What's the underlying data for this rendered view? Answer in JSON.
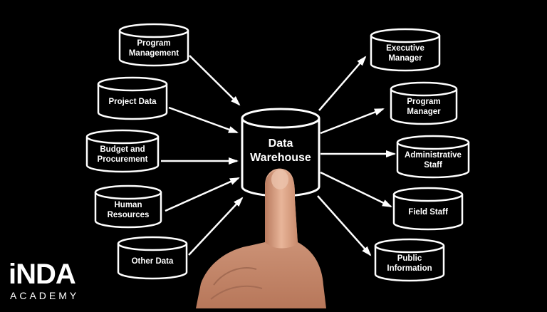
{
  "center": {
    "line1": "Data",
    "line2": "Warehouse"
  },
  "sources": [
    {
      "lines": [
        "Program",
        "Management"
      ]
    },
    {
      "lines": [
        "Project Data"
      ]
    },
    {
      "lines": [
        "Budget and",
        "Procurement"
      ]
    },
    {
      "lines": [
        "Human",
        "Resources"
      ]
    },
    {
      "lines": [
        "Other Data"
      ]
    }
  ],
  "targets": [
    {
      "lines": [
        "Executive",
        "Manager"
      ]
    },
    {
      "lines": [
        "Program",
        "Manager"
      ]
    },
    {
      "lines": [
        "Administrative",
        "Staff"
      ]
    },
    {
      "lines": [
        "Field Staff"
      ]
    },
    {
      "lines": [
        "Public",
        "Information"
      ]
    }
  ],
  "logo": {
    "main": "iNDA",
    "sub": "ACADEMY"
  },
  "colors": {
    "background": "#000000",
    "stroke": "#ffffff",
    "skin": "#e2a98a"
  }
}
